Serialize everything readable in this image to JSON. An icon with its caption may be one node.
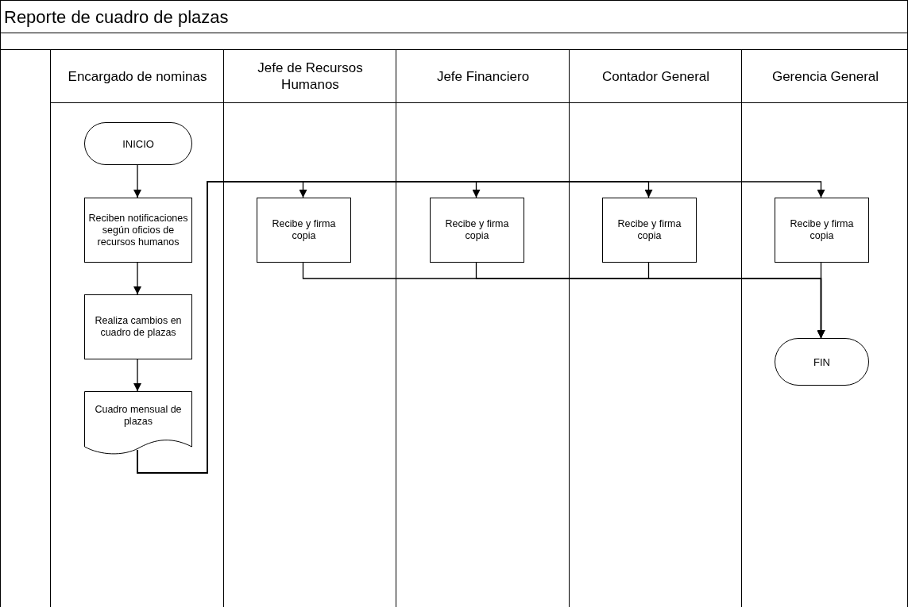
{
  "diagram": {
    "nodes": [
      {
        "text": [
          "Reporte de cuadro de plazas"
        ]
      },
      {
        "text": [
          "Encargado de nominas"
        ],
        "in": 0
      },
      {
        "text": [
          "Jefe de Recursos Humanos"
        ],
        "in": 0
      },
      {
        "text": [
          "Jefe Financiero"
        ],
        "in": 0
      },
      {
        "text": [
          "Contador General"
        ],
        "in": 0
      },
      {
        "text": [
          "Gerencia General"
        ],
        "in": 0
      },
      {
        "text": [
          "INICIO"
        ],
        "in": 1
      },
      {
        "text": [
          "Reciben notificaciones según oficios de recursos humanos"
        ],
        "in": 1
      },
      {
        "text": [
          "Realiza cambios en cuadro de plazas"
        ],
        "in": 1
      },
      {
        "text": [
          "Cuadro mensual de plazas"
        ],
        "in": 1
      },
      {
        "text": [
          "Recibe y firma copia"
        ],
        "in": 2
      },
      {
        "text": [
          "Recibe y firma copia"
        ],
        "in": 3
      },
      {
        "text": [
          "Recibe y firma copia"
        ],
        "in": 4
      },
      {
        "text": [
          "Recibe y firma copia"
        ],
        "in": 5
      },
      {
        "text": [
          "FIN"
        ],
        "in": 5
      }
    ],
    "edges": [
      {
        "from": 6,
        "to": 7,
        "arrow": "to"
      },
      {
        "from": 7,
        "to": 8,
        "arrow": "to"
      },
      {
        "from": 8,
        "to": 9,
        "arrow": "to"
      },
      {
        "from": 9,
        "to": 10,
        "arrow": "to"
      },
      {
        "from": 9,
        "to": 11,
        "arrow": "to"
      },
      {
        "from": 9,
        "to": 12,
        "arrow": "to"
      },
      {
        "from": 9,
        "to": 13,
        "arrow": "to"
      },
      {
        "from": 10,
        "to": 14,
        "arrow": "to"
      },
      {
        "from": 11,
        "to": 14,
        "arrow": "to"
      },
      {
        "from": 12,
        "to": 14,
        "arrow": "to"
      },
      {
        "from": 13,
        "to": 14,
        "arrow": "to"
      }
    ]
  }
}
